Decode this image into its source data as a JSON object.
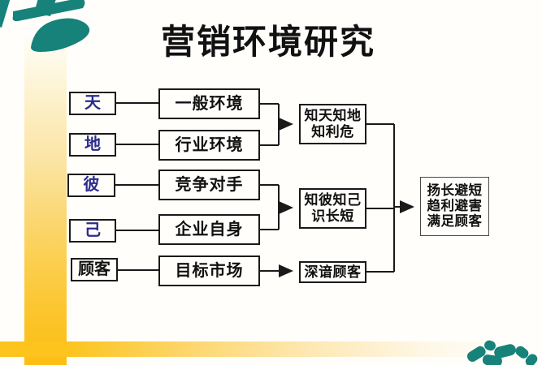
{
  "slide": {
    "title": "营销环境研究",
    "colors": {
      "teal_accent": "#17827a",
      "gold_accent": "#fcc41d",
      "navy_text": "#2b2b8c",
      "ink": "#1a1a1a"
    },
    "decor": {
      "top_left_glyph": "teal-calligraphy-character",
      "bottom_right_glyph": "teal-calligraphy-character"
    }
  },
  "diagram": {
    "left_column": [
      {
        "label": "天"
      },
      {
        "label": "地"
      },
      {
        "label": "彼"
      },
      {
        "label": "己"
      },
      {
        "label": "顾客"
      }
    ],
    "middle_column": [
      {
        "label": "一般环境"
      },
      {
        "label": "行业环境"
      },
      {
        "label": "竞争对手"
      },
      {
        "label": "企业自身"
      },
      {
        "label": "目标市场"
      }
    ],
    "result_column": [
      {
        "line1": "知天知地",
        "line2": "知利危"
      },
      {
        "line1": "知彼知己",
        "line2": "识长短"
      },
      {
        "line1": "深谙顾客",
        "line2": ""
      }
    ],
    "conclusion": {
      "line1": "扬长避短",
      "line2": "趋利避害",
      "line3": "满足顾客"
    }
  }
}
